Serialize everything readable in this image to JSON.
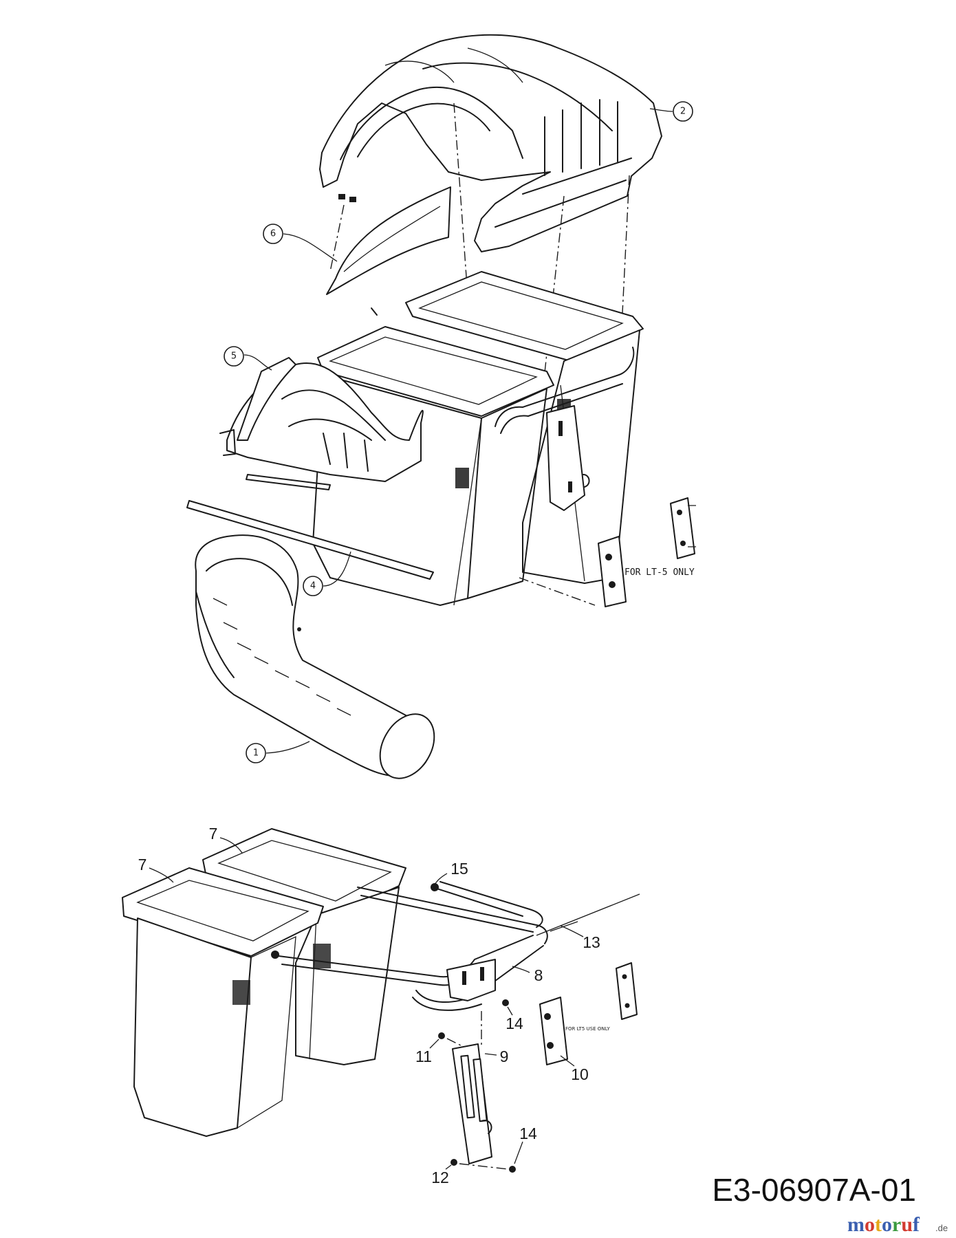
{
  "upper_assembly": {
    "callouts": [
      "2",
      "6",
      "5",
      "4",
      "1"
    ],
    "note": "FOR LT-5 ONLY"
  },
  "lower_assembly": {
    "labels": [
      "7",
      "7",
      "15",
      "13",
      "8",
      "14",
      "11",
      "9",
      "10",
      "14",
      "12"
    ],
    "note": "FOR LT5 USE ONLY"
  },
  "drawing_number": "E3-06907A-01",
  "watermark": {
    "brand": "motoruf",
    "suffix": ".de",
    "colors": [
      "#3a5fb0",
      "#d23b2f",
      "#e6a817",
      "#3a5fb0",
      "#3a9a3f",
      "#d23b2f",
      "#3a5fb0"
    ]
  }
}
